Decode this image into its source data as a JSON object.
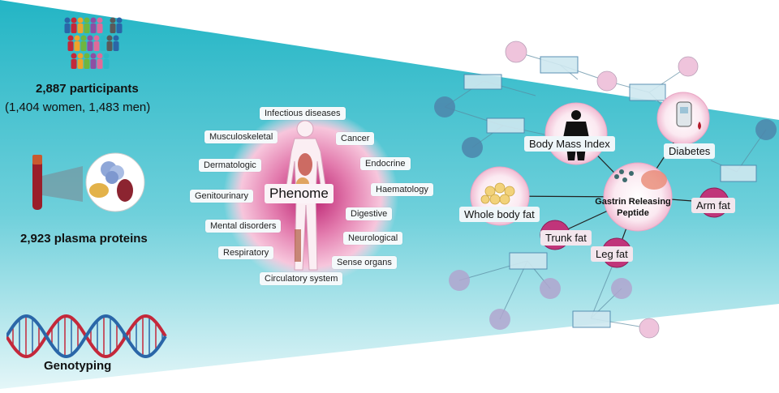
{
  "cohort": {
    "participants": "2,887 participants",
    "breakdown": "(1,404 women, 1,483  men)",
    "proteins": "2,923 plasma proteins",
    "genotyping": "Genotyping"
  },
  "phenome": {
    "center": "Phenome",
    "categories": [
      "Infectious diseases",
      "Musculoskeletal",
      "Cancer",
      "Dermatologic",
      "Endocrine",
      "Genitourinary",
      "Haematology",
      "Mental disorders",
      "Digestive",
      "Neurological",
      "Respiratory",
      "Sense organs",
      "Circulatory system"
    ]
  },
  "network": {
    "bmi": "Body Mass Index",
    "diabetes": "Diabetes",
    "grp_line1": "Gastrin Releasing",
    "grp_line2": "Peptide",
    "whole_body_fat": "Whole body fat",
    "arm_fat": "Arm fat",
    "trunk_fat": "Trunk fat",
    "leg_fat": "Leg fat"
  },
  "colors": {
    "teal_band": "#2bb8c8",
    "pink_node": "#c0357a",
    "blue_node": "#4d86ac",
    "purple_node": "#b0a6cf",
    "light_pink_node": "#efc4dc",
    "dna_red": "#c4283a",
    "dna_blue": "#2a66a8"
  }
}
